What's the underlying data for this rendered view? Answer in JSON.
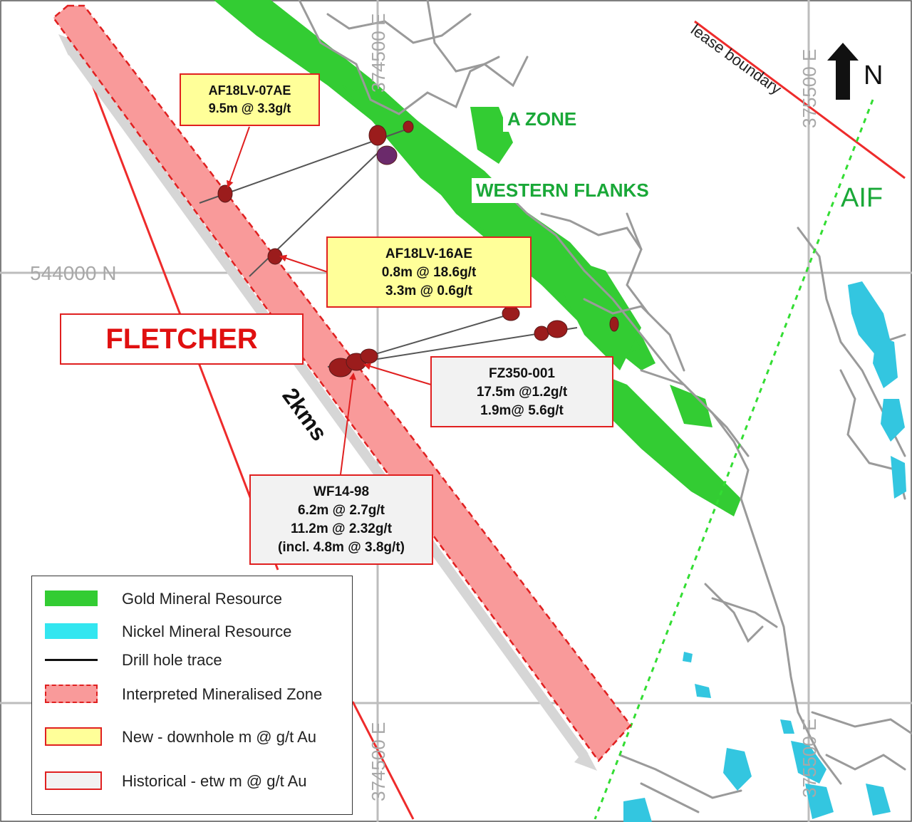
{
  "labels": {
    "a_zone": "A ZONE",
    "western_flanks": "WESTERN FLANKS",
    "fletcher": "FLETCHER",
    "scale": "2kms",
    "north": "N",
    "lease_boundary": "lease boundary",
    "aif": "AIF"
  },
  "grid": {
    "northing": "544000 N",
    "easting_top": "374500 E",
    "easting_top_right": "375500 E",
    "easting_bottom": "374500 E",
    "easting_bottom_right": "375500 E"
  },
  "callouts": {
    "af18lv07ae": {
      "hole": "AF18LV-07AE",
      "line1": "9.5m @ 3.3g/t"
    },
    "af18lv16ae": {
      "hole": "AF18LV-16AE",
      "line1": "0.8m @ 18.6g/t",
      "line2": "3.3m @ 0.6g/t"
    },
    "fz350001": {
      "hole": "FZ350-001",
      "line1": "17.5m @1.2g/t",
      "line2": "1.9m@ 5.6g/t"
    },
    "wf1498": {
      "hole": "WF14-98",
      "line1": "6.2m @ 2.7g/t",
      "line2": "11.2m @ 2.32g/t",
      "line3": "(incl. 4.8m @ 3.8g/t)"
    }
  },
  "legend": {
    "gold": "Gold Mineral Resource",
    "nickel": "Nickel Mineral Resource",
    "drill": "Drill hole trace",
    "zone": "Interpreted Mineralised Zone",
    "new": "New - downhole m @ g/t Au",
    "historical": "Historical - etw m @ g/t Au"
  },
  "colors": {
    "gold_resource": "#33cc33",
    "nickel_resource": "#33c6e0",
    "mineralised_zone": "#f99a9a",
    "red_accent": "#e02020",
    "zone_text": "#1aa838",
    "new_fill": "#ffff99",
    "historical_fill": "#f2f2f2"
  }
}
